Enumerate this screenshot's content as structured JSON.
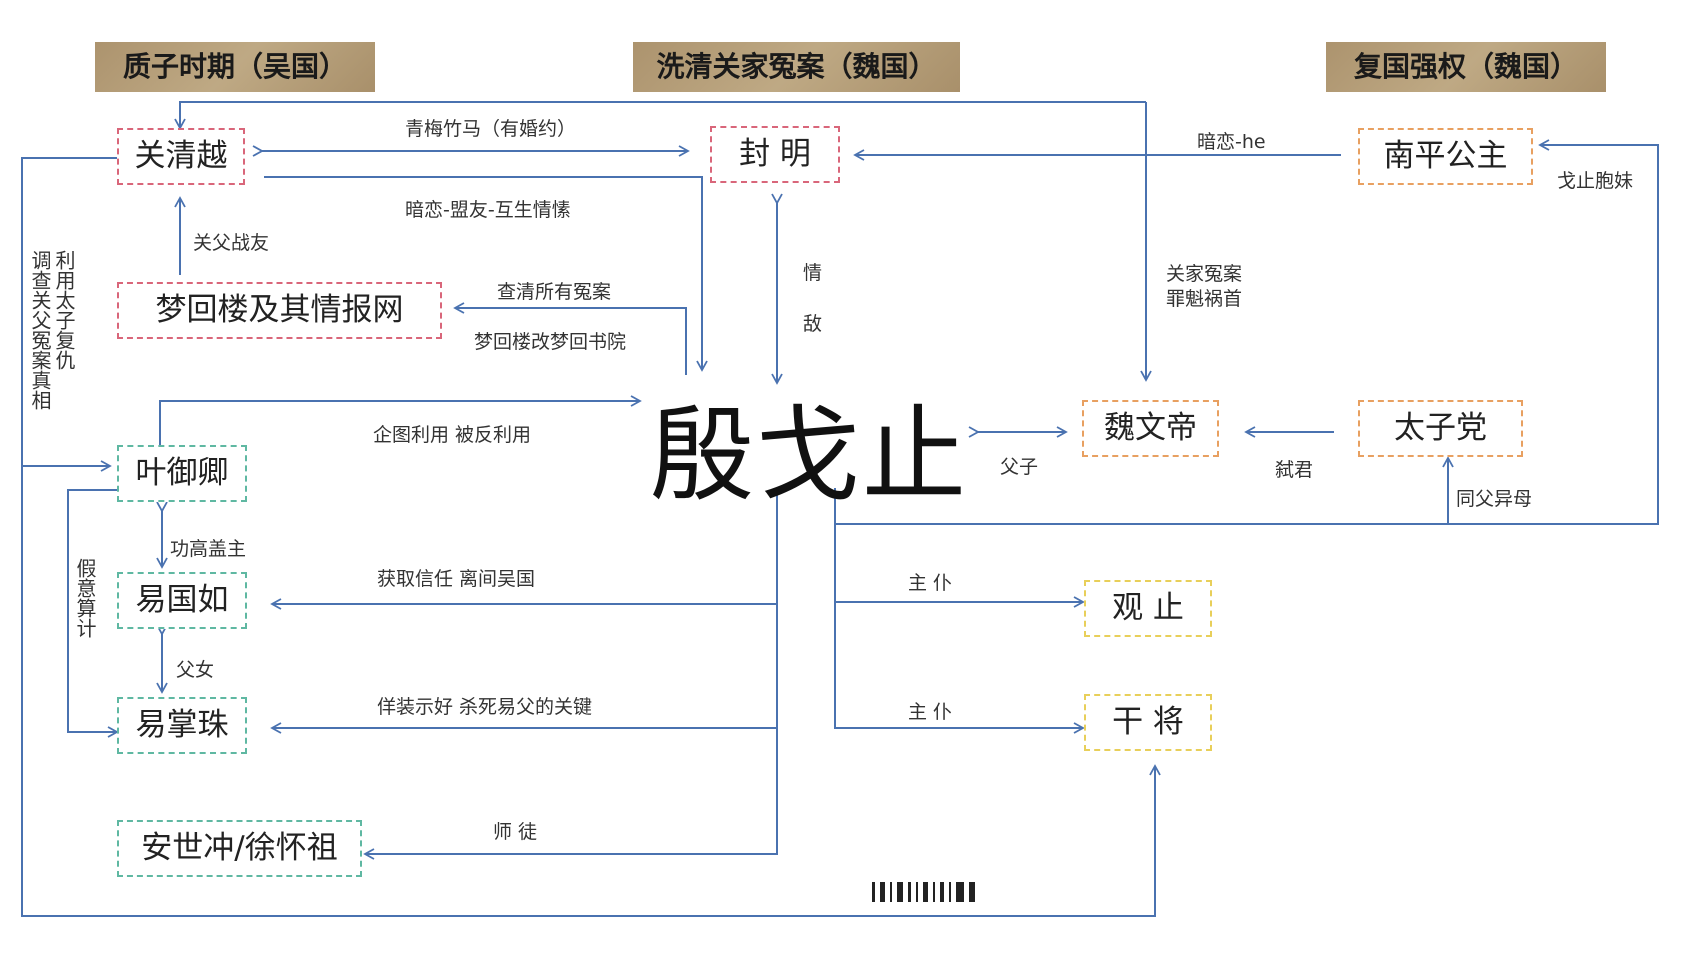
{
  "periods": [
    {
      "label": "质子时期（吴国）"
    },
    {
      "label": "洗清关家冤案（魏国）"
    },
    {
      "label": "复国强权（魏国）"
    }
  ],
  "center": "殷戈止",
  "nodes": {
    "guanqingyue": "关清越",
    "fengming": "封 明",
    "nanping": "南平公主",
    "menghuilou": "梦回楼及其情报网",
    "yeyuqing": "叶御卿",
    "weiwendi": "魏文帝",
    "taizidang": "太子党",
    "yiguoru": "易国如",
    "guanzhi": "观 止",
    "yizhangzhu": "易掌珠",
    "ganjiang": "干 将",
    "anshichong": "安世冲/徐怀祖"
  },
  "edge_labels": {
    "qingmei": "青梅竹马（有婚约）",
    "anlian": "暗恋-盟友-互生情愫",
    "guanfu": "关父战友",
    "chaqing": "查清所有冤案",
    "gaiming": "梦回楼改梦回书院",
    "qitu": "企图利用 被反利用",
    "qingdi_1": "情",
    "qingdi_2": "敌",
    "anlian_he": "暗恋-he",
    "baomei": "戈止胞妹",
    "yuanan_1": "关家冤案",
    "yuanan_2": "罪魁祸首",
    "fuzi": "父子",
    "shijun": "弑君",
    "tongfu": "同父异母",
    "gonggao": "功高盖主",
    "huoqu": "获取信任 离间吴国",
    "zhupu_1": "主 仆",
    "fu_nv": "父女",
    "yangzhuang": "佯装示好 杀死易父的关键",
    "zhupu_2": "主 仆",
    "shitu": "师 徒",
    "liyong": "利用太子复仇",
    "diaocha": "调查关父冤案真相",
    "jiayi": "假意算计"
  },
  "colors": {
    "arrow": "#4a72b0",
    "red": "#d9667a",
    "green": "#5fb8a2",
    "orange": "#e8a061",
    "yellow": "#e8cf5a"
  }
}
